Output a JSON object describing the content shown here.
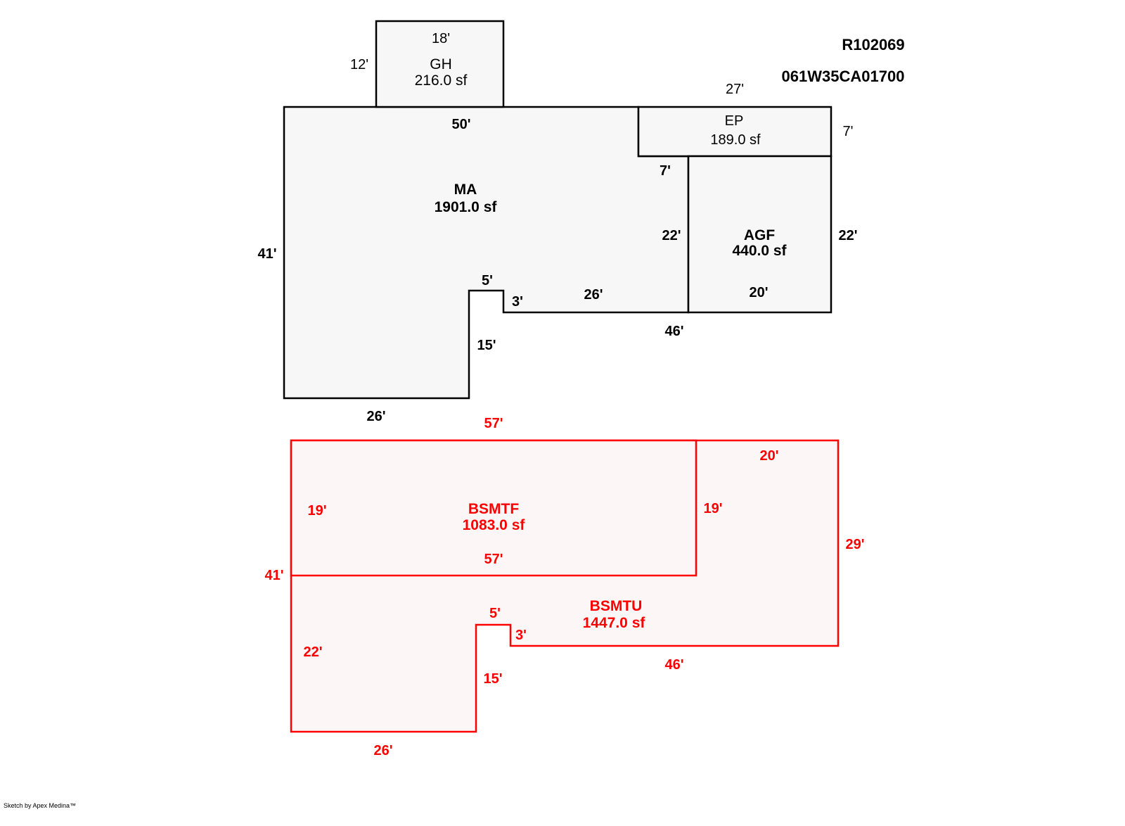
{
  "header": {
    "parcel_id": "R102069",
    "map_number": "061W35CA01700"
  },
  "footer": {
    "credit": "Sketch by Apex Medina™"
  },
  "colors": {
    "upper_stroke": "#000000",
    "upper_fill": "#f7f7f7",
    "lower_stroke": "#ff0000",
    "lower_fill": "#fdf6f6",
    "lower_text": "#ff0000"
  },
  "areas": {
    "gh": {
      "code": "GH",
      "area": "216.0 sf",
      "dims": {
        "top": "18'",
        "left": "12'"
      }
    },
    "ma": {
      "code": "MA",
      "area": "1901.0 sf",
      "dims": {
        "top": "50'",
        "left": "41'",
        "bottom": "26'",
        "notch_vertical": "15'",
        "notch_top": "5'",
        "notch_step": "3'",
        "lower_edge": "26'",
        "right_inner": "22'",
        "right_top": "7'",
        "bottom_right": "46'"
      }
    },
    "ep": {
      "code": "EP",
      "area": "189.0 sf",
      "dims": {
        "top": "27'",
        "right": "7'"
      }
    },
    "agf": {
      "code": "AGF",
      "area": "440.0 sf",
      "dims": {
        "right": "22'",
        "bottom": "20'"
      }
    },
    "bsmtf": {
      "code": "BSMTF",
      "area": "1083.0 sf",
      "dims": {
        "top": "57'",
        "left": "19'",
        "right": "19'",
        "bottom": "57'"
      }
    },
    "bsmtu": {
      "code": "BSMTU",
      "area": "1447.0 sf",
      "dims": {
        "top_right": "20'",
        "right": "29'",
        "left_total": "41'",
        "left_lower": "22'",
        "notch_top": "5'",
        "notch_step": "3'",
        "notch_vertical": "15'",
        "bottom_left": "26'",
        "bottom_right": "46'"
      }
    }
  }
}
